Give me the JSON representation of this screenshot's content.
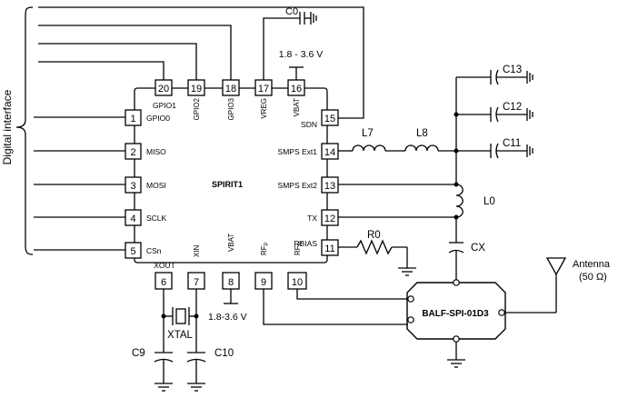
{
  "side_label": "Digital interface",
  "chip": {
    "name": "SPIRIT1",
    "pins": {
      "p1": {
        "num": "1",
        "label": "GPIO0"
      },
      "p2": {
        "num": "2",
        "label": "MISO"
      },
      "p3": {
        "num": "3",
        "label": "MOSI"
      },
      "p4": {
        "num": "4",
        "label": "SCLK"
      },
      "p5": {
        "num": "5",
        "label": "CSn"
      },
      "p6": {
        "num": "6",
        "label": "XOUT"
      },
      "p7": {
        "num": "7",
        "label": "XIN"
      },
      "p8": {
        "num": "8",
        "label": "VBAT"
      },
      "p9": {
        "num": "9",
        "label": "RF",
        "sub": "P"
      },
      "p10": {
        "num": "10",
        "label": "RF",
        "sub": "N"
      },
      "p11": {
        "num": "11",
        "label": "RBIAS"
      },
      "p12": {
        "num": "12",
        "label": "TX"
      },
      "p13": {
        "num": "13",
        "label": "SMPS Ext2"
      },
      "p14": {
        "num": "14",
        "label": "SMPS Ext1"
      },
      "p15": {
        "num": "15",
        "label": "SDN"
      },
      "p16": {
        "num": "16",
        "label": "VBAT"
      },
      "p17": {
        "num": "17",
        "label": "VREG"
      },
      "p18": {
        "num": "18",
        "label": "GPIO3"
      },
      "p19": {
        "num": "19",
        "label": "GPIO2"
      },
      "p20": {
        "num": "20",
        "label": "GPIO1"
      }
    }
  },
  "components": {
    "c0": "C0",
    "c9": "C9",
    "c10": "C10",
    "c11": "C11",
    "c12": "C12",
    "c13": "C13",
    "cx": "CX",
    "l0": "L0",
    "l7": "L7",
    "l8": "L8",
    "r0": "R0",
    "xtal": "XTAL",
    "balun": "BALF-SPI-01D3"
  },
  "supply_top": "1.8 - 3.6 V",
  "supply_bottom": "1.8-3.6 V",
  "antenna": {
    "label": "Antenna",
    "impedance": "(50 Ω)"
  }
}
